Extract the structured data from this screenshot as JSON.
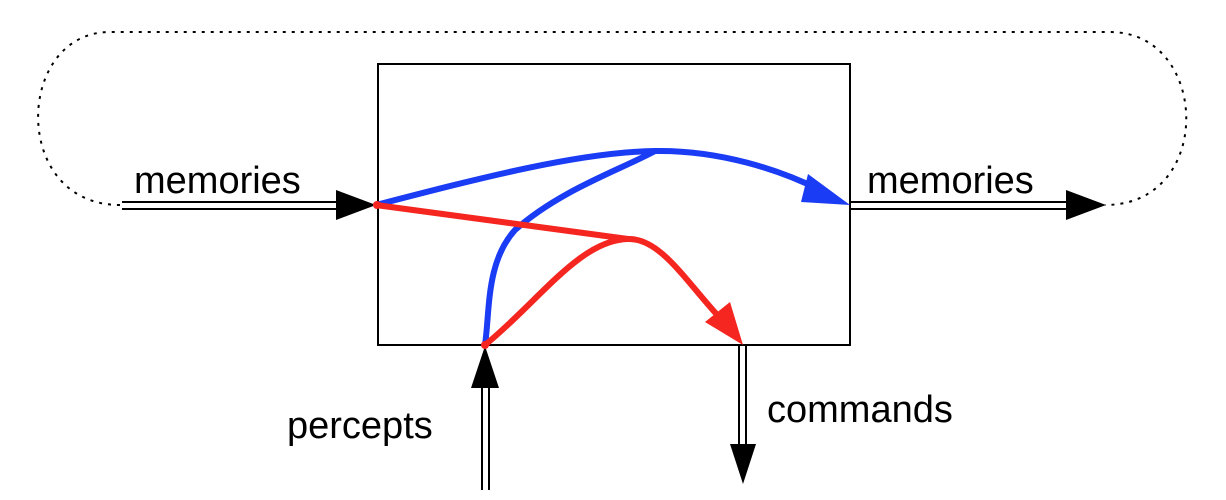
{
  "labels": {
    "memories_in": "memories",
    "memories_out": "memories",
    "percepts": "percepts",
    "commands": "commands"
  },
  "colors": {
    "blue_path": "#1a3cf5",
    "red_path": "#f5251f",
    "outline": "#000000"
  }
}
